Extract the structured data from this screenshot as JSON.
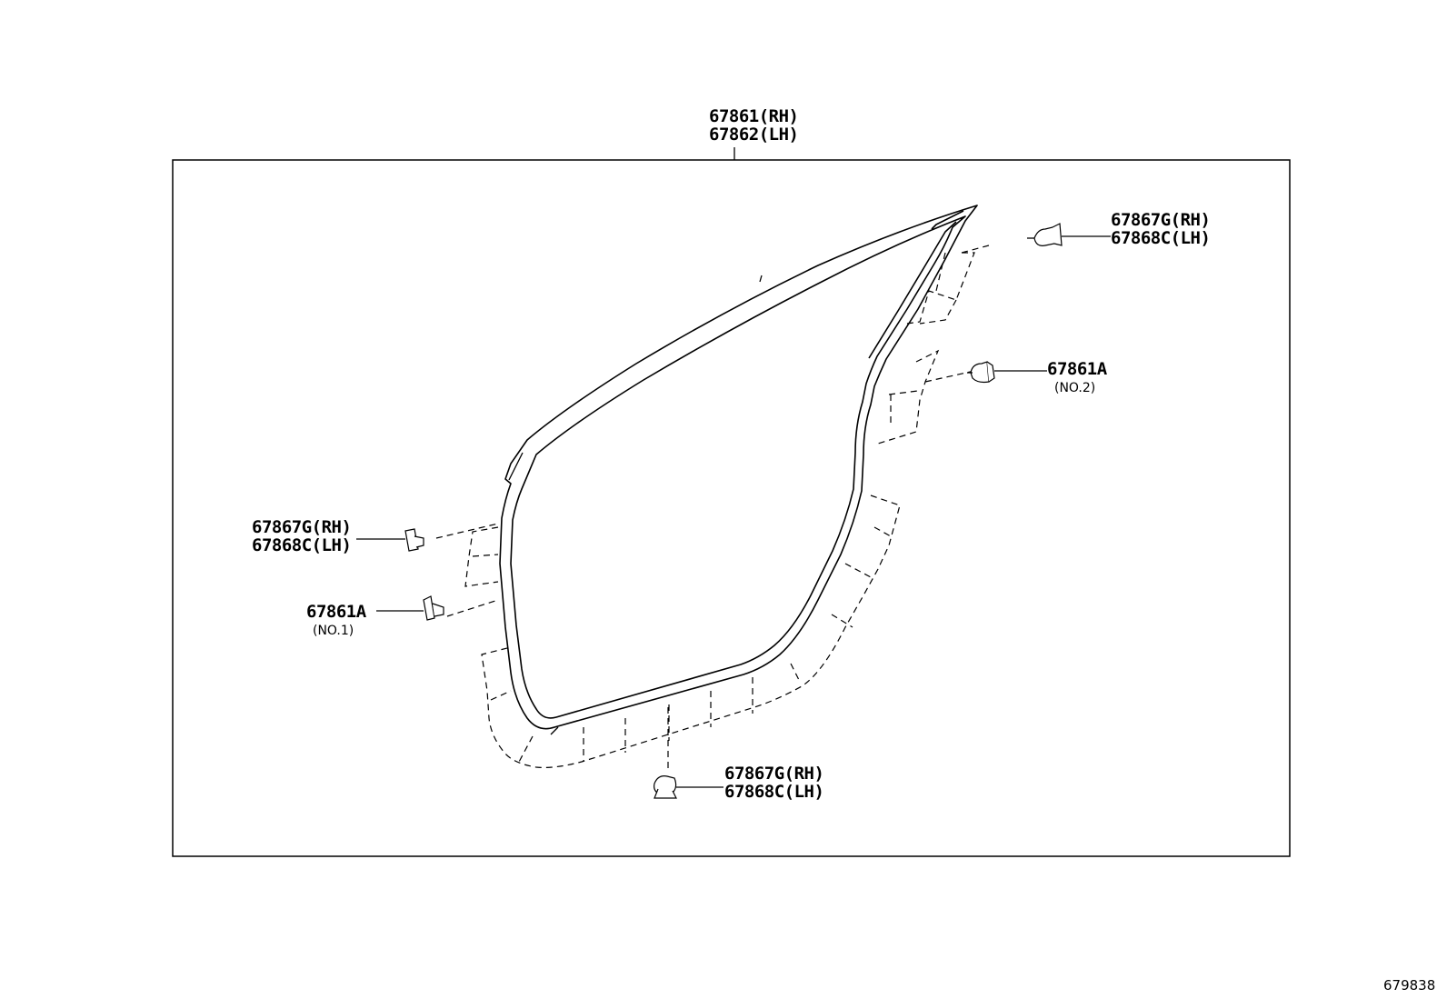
{
  "diagram": {
    "main_part": {
      "line1": "67861(RH)",
      "line2": "67862(LH)"
    },
    "callouts": {
      "top_right_clip": {
        "line1": "67867G(RH)",
        "line2": "67868C(LH)"
      },
      "right_clip": {
        "line1": "67861A",
        "sub": "(NO.2)"
      },
      "left_clip": {
        "line1": "67867G(RH)",
        "line2": "67868C(LH)"
      },
      "left_lower_clip": {
        "line1": "67861A",
        "sub": "(NO.1)"
      },
      "bottom_clip": {
        "line1": "67867G(RH)",
        "line2": "67868C(LH)"
      }
    },
    "reference_number": "679838"
  }
}
